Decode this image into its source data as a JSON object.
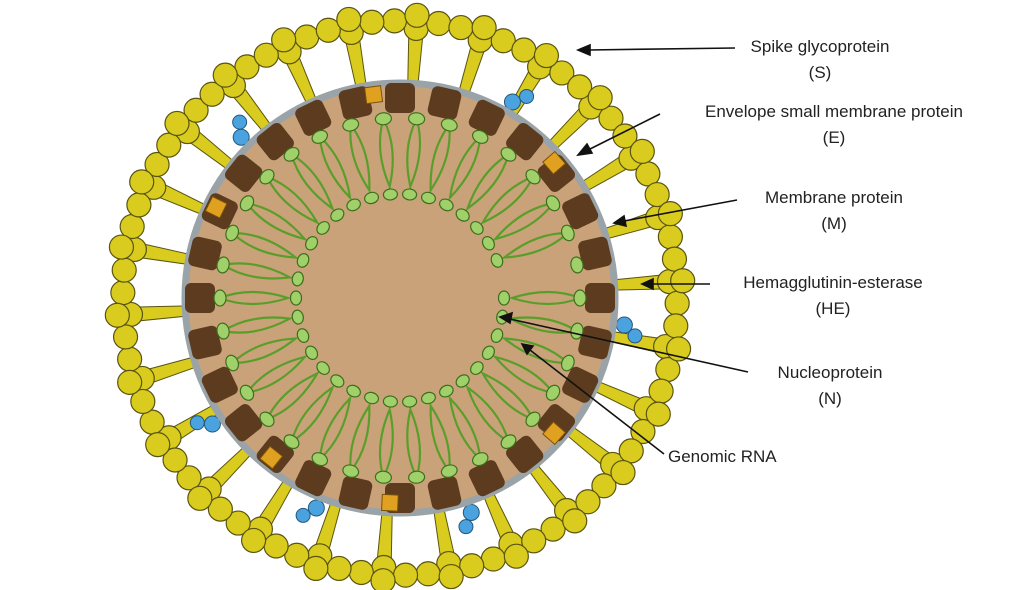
{
  "labels": [
    {
      "name": "Spike glycoprotein",
      "abbr": "(S)"
    },
    {
      "name": "Envelope small membrane protein",
      "abbr": "(E)"
    },
    {
      "name": "Membrane protein",
      "abbr": "(M)"
    },
    {
      "name": "Hemagglutinin-esterase",
      "abbr": "(HE)"
    },
    {
      "name": "Nucleoprotein",
      "abbr": "(N)"
    },
    {
      "name": "Genomic RNA"
    }
  ],
  "colors": {
    "spike": "#d9cc1e",
    "spike_stroke": "#5a5410",
    "membrane_protein": "#5c3b1e",
    "envelope_protein": "#e0a020",
    "he_protein": "#4aa3df",
    "interior": "#c9a27a",
    "membrane": "#9aa3a8",
    "rna": "#5a9e2a",
    "nucleoprotein": "#9fd06a"
  }
}
